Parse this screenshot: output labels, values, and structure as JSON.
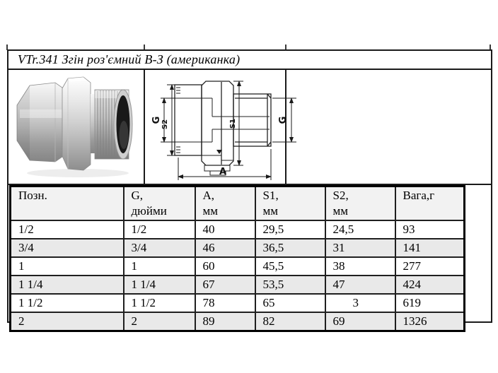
{
  "title": "VTr.341 Згін роз'ємний В-З (американка)",
  "drawing": {
    "labels": {
      "g_left": "G",
      "s2": "S2",
      "s1": "S1",
      "g_right": "G",
      "a": "A"
    }
  },
  "table": {
    "headers": [
      [
        "Позн.",
        ""
      ],
      [
        "G,",
        "дюйми"
      ],
      [
        "A,",
        "мм"
      ],
      [
        "S1,",
        "мм"
      ],
      [
        "S2,",
        "мм"
      ],
      [
        "Вага,г",
        ""
      ]
    ],
    "rows": [
      [
        "1/2",
        "1/2",
        "40",
        "29,5",
        "24,5",
        "93"
      ],
      [
        "3/4",
        "3/4",
        "46",
        "36,5",
        "31",
        "141"
      ],
      [
        "1",
        "1",
        "60",
        "45,5",
        "38",
        "277"
      ],
      [
        "1 1/4",
        "1 1/4",
        "67",
        "53,5",
        "47",
        "424"
      ],
      [
        "1 1/2",
        "1 1/2",
        "78",
        "65",
        "3",
        "619"
      ],
      [
        "2",
        "2",
        "89",
        "82",
        "69",
        "1326"
      ]
    ]
  },
  "colors": {
    "border": "#1a1a1a",
    "header_bg": "#f2f2f2",
    "stripe_bg": "#e9e9e9",
    "page_bg": "#ffffff"
  }
}
